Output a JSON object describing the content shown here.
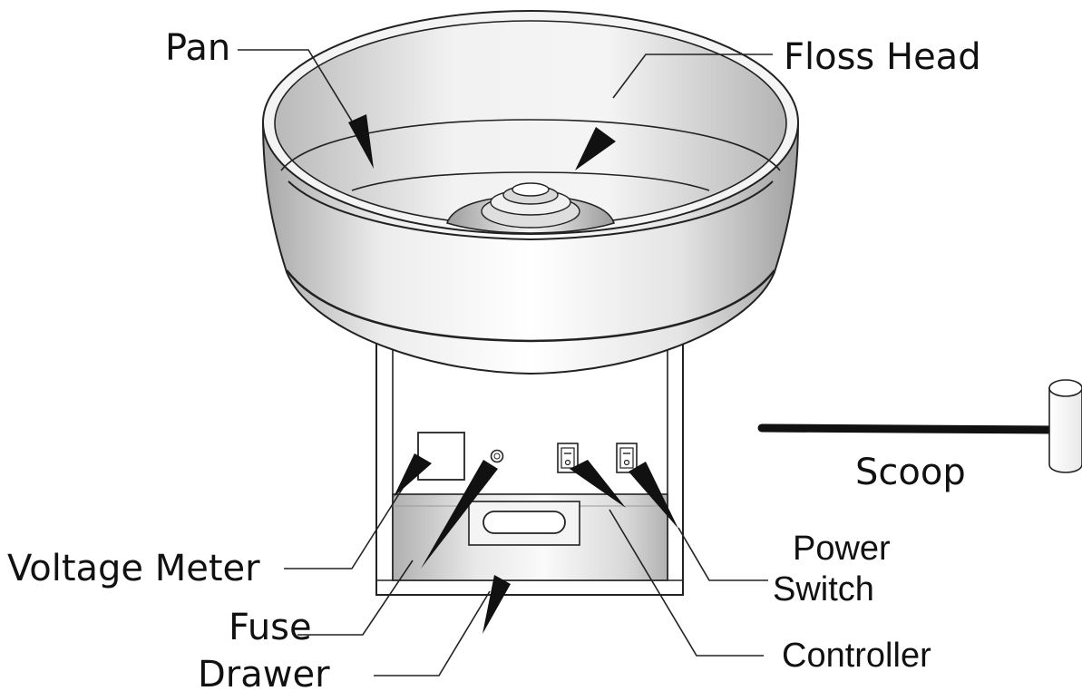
{
  "labels": {
    "pan": "Pan",
    "floss_head": "Floss Head",
    "voltage_meter": "Voltage Meter",
    "fuse": "Fuse",
    "drawer": "Drawer",
    "power": "Power",
    "switch": "Switch",
    "controller": "Controller",
    "scoop": "Scoop"
  },
  "colors": {
    "outline": "#222222",
    "ink": "#111111",
    "metal_light": "#f7f7f7",
    "metal_mid": "#dcdcdc",
    "metal_dark": "#a9a9a9",
    "background": "#ffffff"
  }
}
